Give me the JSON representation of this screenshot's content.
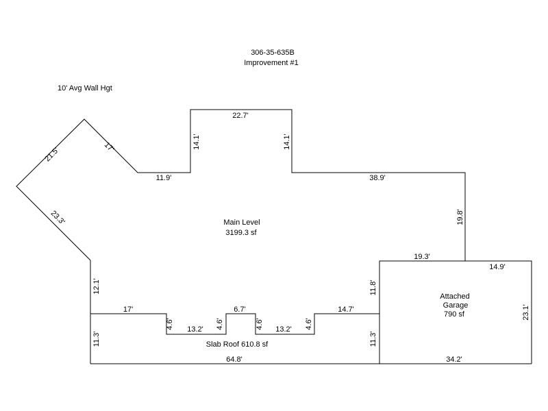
{
  "header": {
    "parcel": "306-35-635B",
    "improvement": "Improvement #1",
    "wall_height": "10' Avg Wall Hgt"
  },
  "areas": {
    "main": {
      "name": "Main Level",
      "size": "3199.3 sf"
    },
    "garage": {
      "name_line1": "Attached",
      "name_line2": "Garage",
      "size": "790 sf"
    },
    "slab": {
      "text": "Slab Roof  610.8 sf"
    }
  },
  "dimensions": {
    "d21_5": "21.5'",
    "d17_diag": "17'",
    "d11_9": "11.9'",
    "d14_1_left": "14.1'",
    "d22_7": "22.7'",
    "d14_1_right": "14.1'",
    "d38_9": "38.9'",
    "d19_8": "19.8'",
    "d23_3": "23.3'",
    "d12_1": "12.1'",
    "d19_3": "19.3'",
    "d14_9": "14.9'",
    "d11_8": "11.8'",
    "d23_1": "23.1'",
    "d17_horiz": "17'",
    "d4_6_a": "4.6'",
    "d13_2_a": "13.2'",
    "d4_6_b": "4.6'",
    "d6_7": "6.7'",
    "d4_6_c": "4.6'",
    "d13_2_b": "13.2'",
    "d4_6_d": "4.6'",
    "d14_7": "14.7'",
    "d11_3_left": "11.3'",
    "d11_3_right": "11.3'",
    "d64_8": "64.8'",
    "d34_2": "34.2'"
  }
}
